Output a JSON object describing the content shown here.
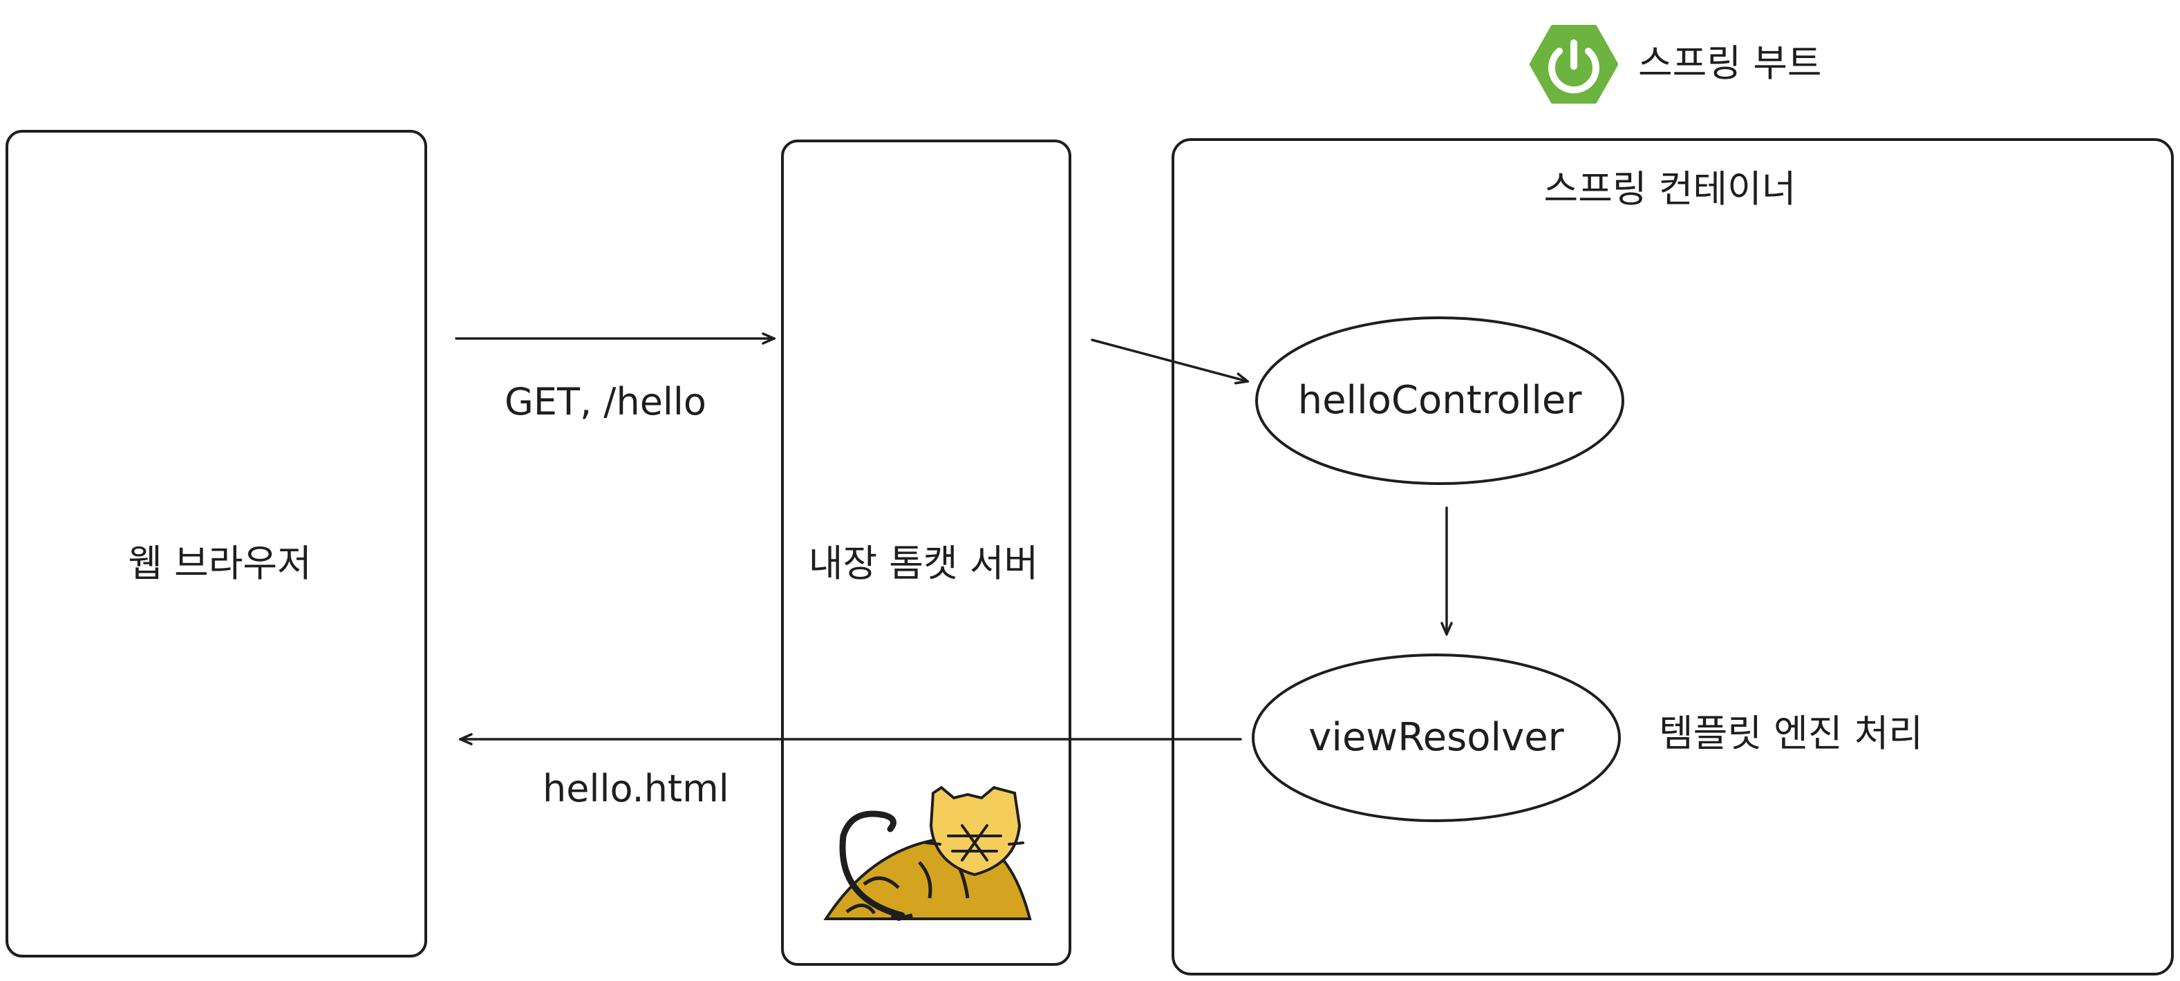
{
  "header": {
    "brand_label": "스프링 부트",
    "brand_icon": "spring-boot-power-icon",
    "brand_color": "#6db33f"
  },
  "nodes": {
    "browser": "웹 브라우저",
    "tomcat": "내장 톰캣 서버",
    "container": "스프링 컨테이너",
    "controller": "helloController",
    "resolver": "viewResolver"
  },
  "edges": {
    "request": "GET, /hello",
    "response": "hello.html"
  },
  "notes": {
    "template_engine": "템플릿 엔진 처리"
  },
  "icons": {
    "tomcat_logo": "tomcat-cat-icon",
    "tomcat_color": "#d4a420"
  }
}
